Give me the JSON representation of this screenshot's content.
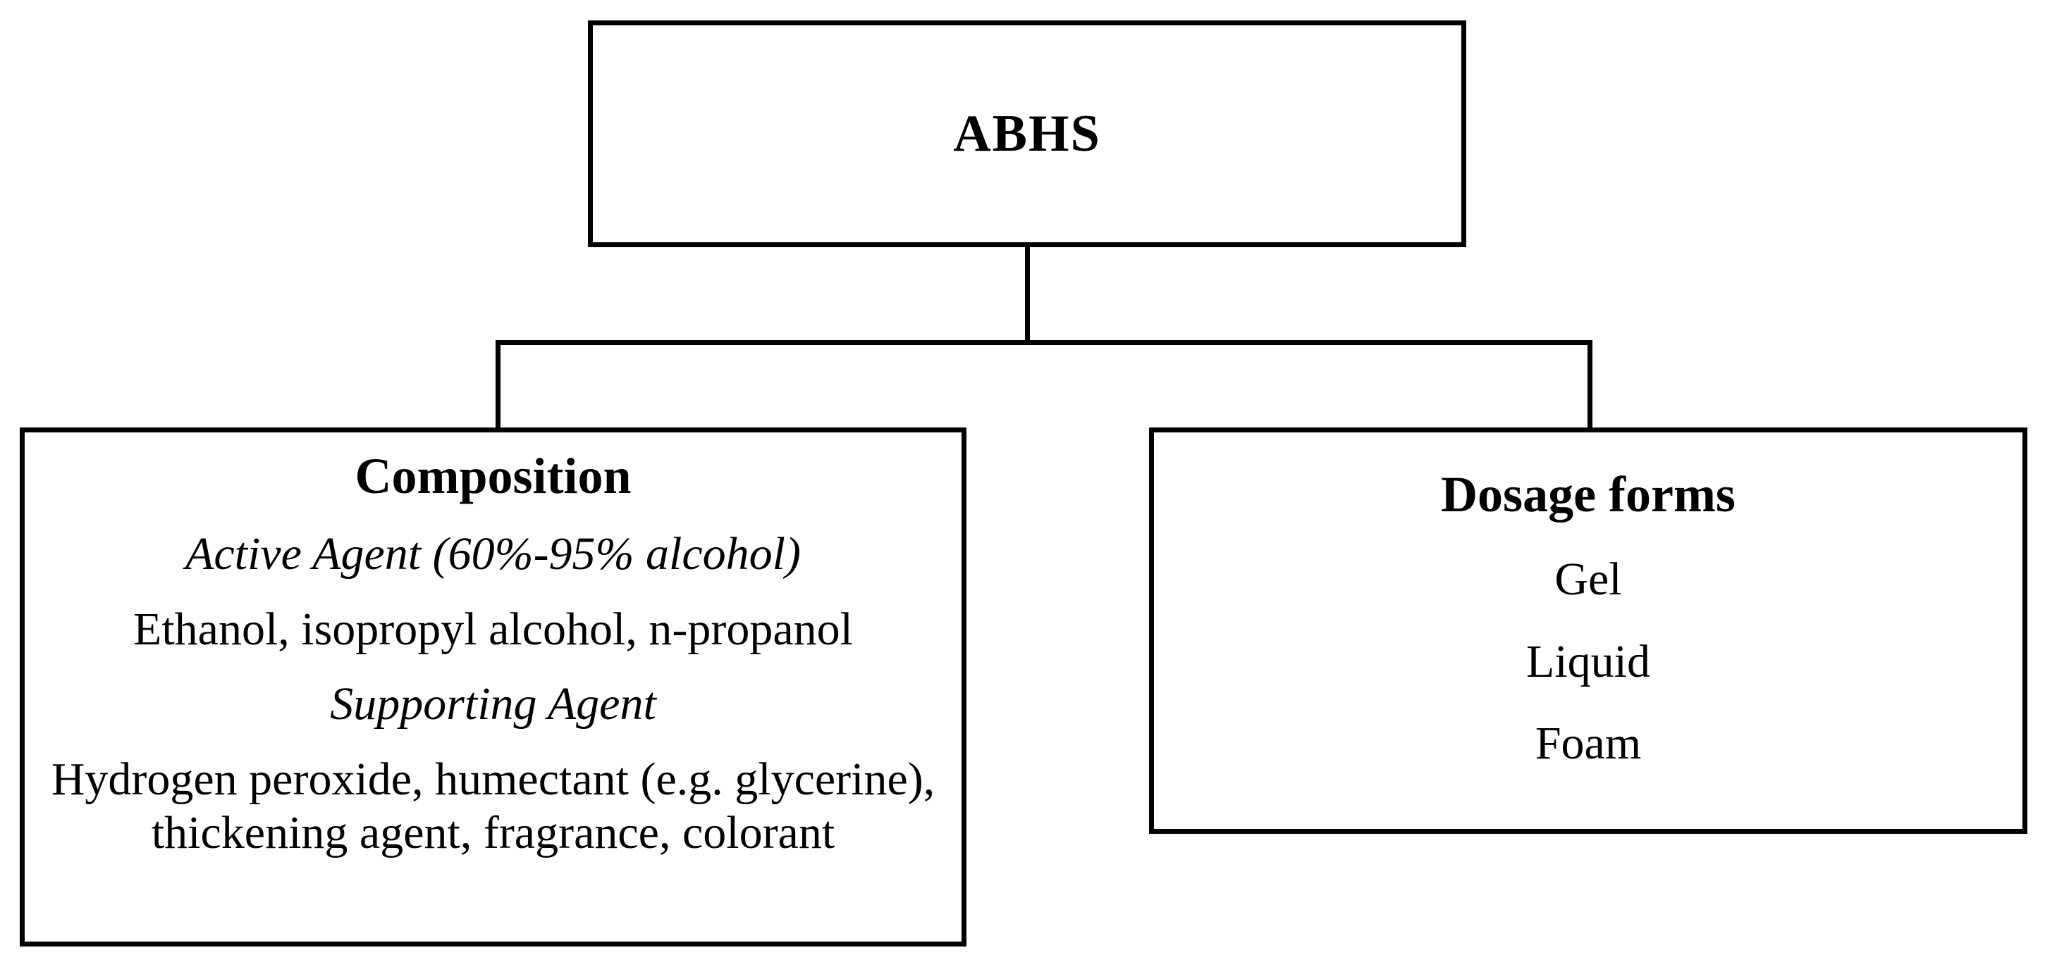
{
  "diagram": {
    "root": {
      "title": "ABHS"
    },
    "children": [
      {
        "id": "composition",
        "title": "Composition",
        "items": [
          {
            "text": "Active Agent (60%-95% alcohol)",
            "style": "italic"
          },
          {
            "text": "Ethanol, isopropyl alcohol, n-propanol",
            "style": "normal"
          },
          {
            "text": "Supporting Agent",
            "style": "italic"
          },
          {
            "text": "Hydrogen peroxide, humectant (e.g. glycerine), thickening agent, fragrance, colorant",
            "style": "normal"
          }
        ]
      },
      {
        "id": "dosage-forms",
        "title": "Dosage forms",
        "items": [
          {
            "text": "Gel",
            "style": "normal"
          },
          {
            "text": "Liquid",
            "style": "normal"
          },
          {
            "text": "Foam",
            "style": "normal"
          }
        ]
      }
    ],
    "colors": {
      "background": "#ffffff",
      "box_fill": "#ffffff",
      "border": "#000000",
      "text": "#000000"
    }
  }
}
